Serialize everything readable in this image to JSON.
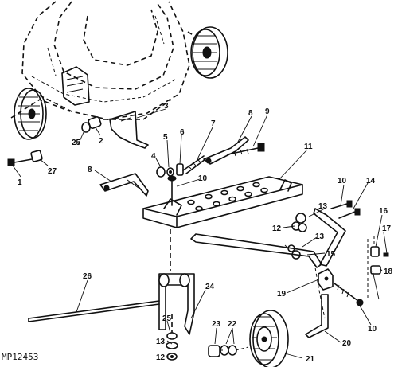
{
  "figure_code": "MP12453",
  "callouts": [
    {
      "id": "c1",
      "text": "1"
    },
    {
      "id": "c2",
      "text": "2"
    },
    {
      "id": "c3",
      "text": "3"
    },
    {
      "id": "c4",
      "text": "4"
    },
    {
      "id": "c5",
      "text": "5"
    },
    {
      "id": "c6",
      "text": "6"
    },
    {
      "id": "c7",
      "text": "7"
    },
    {
      "id": "c8a",
      "text": "8"
    },
    {
      "id": "c8b",
      "text": "8"
    },
    {
      "id": "c9",
      "text": "9"
    },
    {
      "id": "c10a",
      "text": "10"
    },
    {
      "id": "c10b",
      "text": "10"
    },
    {
      "id": "c10c",
      "text": "10"
    },
    {
      "id": "c11",
      "text": "11"
    },
    {
      "id": "c12a",
      "text": "12"
    },
    {
      "id": "c12b",
      "text": "12"
    },
    {
      "id": "c13a",
      "text": "13"
    },
    {
      "id": "c13b",
      "text": "13"
    },
    {
      "id": "c13c",
      "text": "13"
    },
    {
      "id": "c14",
      "text": "14"
    },
    {
      "id": "c15",
      "text": "15"
    },
    {
      "id": "c16",
      "text": "16"
    },
    {
      "id": "c17",
      "text": "17"
    },
    {
      "id": "c18",
      "text": "18"
    },
    {
      "id": "c19",
      "text": "19"
    },
    {
      "id": "c20",
      "text": "20"
    },
    {
      "id": "c21",
      "text": "21"
    },
    {
      "id": "c22",
      "text": "22"
    },
    {
      "id": "c23",
      "text": "23"
    },
    {
      "id": "c24",
      "text": "24"
    },
    {
      "id": "c25a",
      "text": "25"
    },
    {
      "id": "c25b",
      "text": "25"
    },
    {
      "id": "c26",
      "text": "26"
    },
    {
      "id": "c27",
      "text": "27"
    }
  ]
}
